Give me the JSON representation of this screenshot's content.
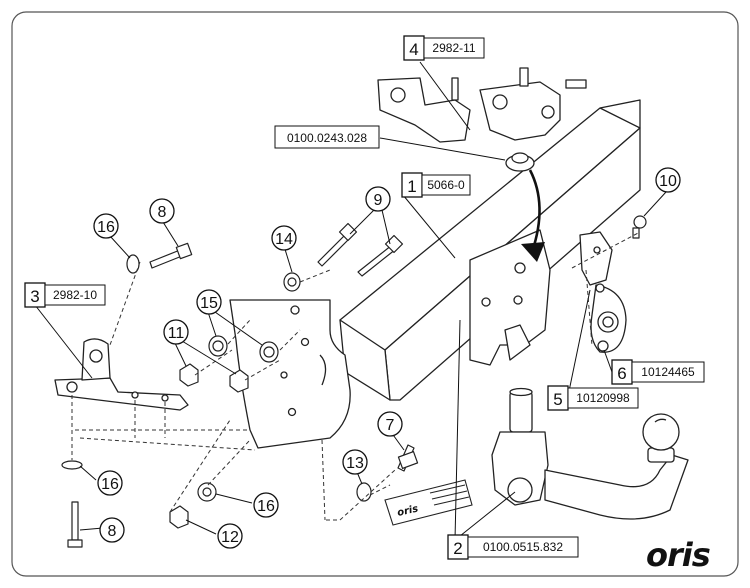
{
  "callouts": [
    {
      "number": "1",
      "part": "5066-0"
    },
    {
      "number": "2",
      "part": "0100.0515.832"
    },
    {
      "number": "3",
      "part": "2982-10"
    },
    {
      "number": "4",
      "part": "2982-11"
    },
    {
      "number": "5",
      "part": "10120998"
    },
    {
      "number": "6",
      "part": "10124465"
    }
  ],
  "standalone_part": "0100.0243.028",
  "balloons": [
    "7",
    "8",
    "8",
    "9",
    "10",
    "11",
    "12",
    "13",
    "14",
    "15",
    "16",
    "16",
    "16"
  ],
  "label_plate": {
    "brand": "oris"
  },
  "logo": "oris"
}
